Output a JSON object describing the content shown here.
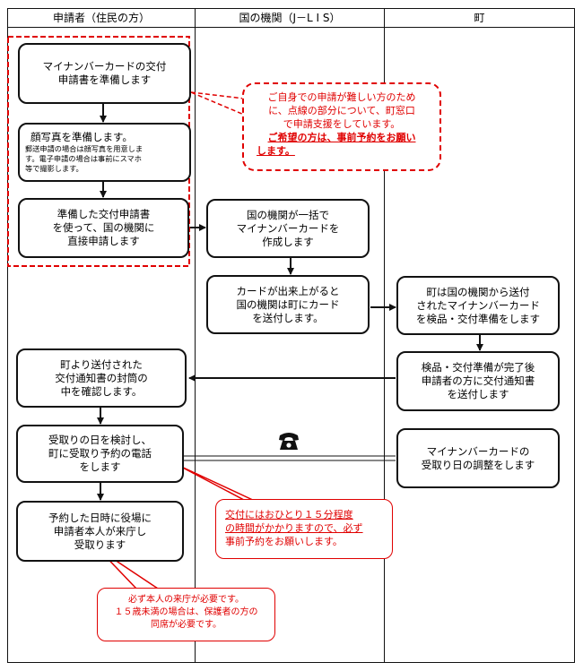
{
  "headers": {
    "applicant": "申請者（住民の方）",
    "agency": "国の機関（J－L I S）",
    "town": "町"
  },
  "steps": {
    "a1": [
      "マイナンバーカードの交付",
      "申請書を準備します"
    ],
    "a2_title": "顔写真を準備します。",
    "a2_notes": [
      "郵送申請の場合は顔写真を用意しま",
      "す。電子申請の場合は事前にスマホ",
      "等で撮影します。"
    ],
    "a3": [
      "準備した交付申請書",
      "を使って、国の機関に",
      "直接申請します"
    ],
    "b1": [
      "国の機関が一括で",
      "マイナンバーカードを",
      "作成します"
    ],
    "b2": [
      "カードが出来上がると",
      "国の機関は町にカード",
      "を送付します。"
    ],
    "c1": [
      "町は国の機関から送付",
      "されたマイナンバーカード",
      "を検品・交付準備をします"
    ],
    "c2": [
      "検品・交付準備が完了後",
      "申請者の方に交付通知書",
      "を送付します"
    ],
    "a4": [
      "町より送付された",
      "交付通知書の封筒の",
      "中を確認します。"
    ],
    "a5": [
      "受取りの日を検討し、",
      "町に受取り予約の電話",
      "をします"
    ],
    "c3": [
      "マイナンバーカードの",
      "受取り日の調整をします"
    ],
    "a6": [
      "予約した日時に役場に",
      "申請者本人が来庁し",
      "受取ります"
    ]
  },
  "callouts": {
    "support": [
      "ご自身での申請が難しい方のため",
      "に、点線の部分について、町窓口",
      "で申請支援をしています。"
    ],
    "support_emph": [
      "ご希望の方は、事前予約をお願い",
      "します。"
    ],
    "time": [
      "交付にはおひとり１５分程度",
      "の時間がかかりますので、必ず",
      "事前予約をお願いします。"
    ],
    "presence": [
      "必ず本人の来庁が必要です。",
      "１５歳未満の場合は、保護者の方の",
      "同席が必要です。"
    ]
  },
  "icons": {
    "phone": "telephone-icon"
  },
  "colors": {
    "accent_red": "#e00000",
    "line": "#111111"
  }
}
